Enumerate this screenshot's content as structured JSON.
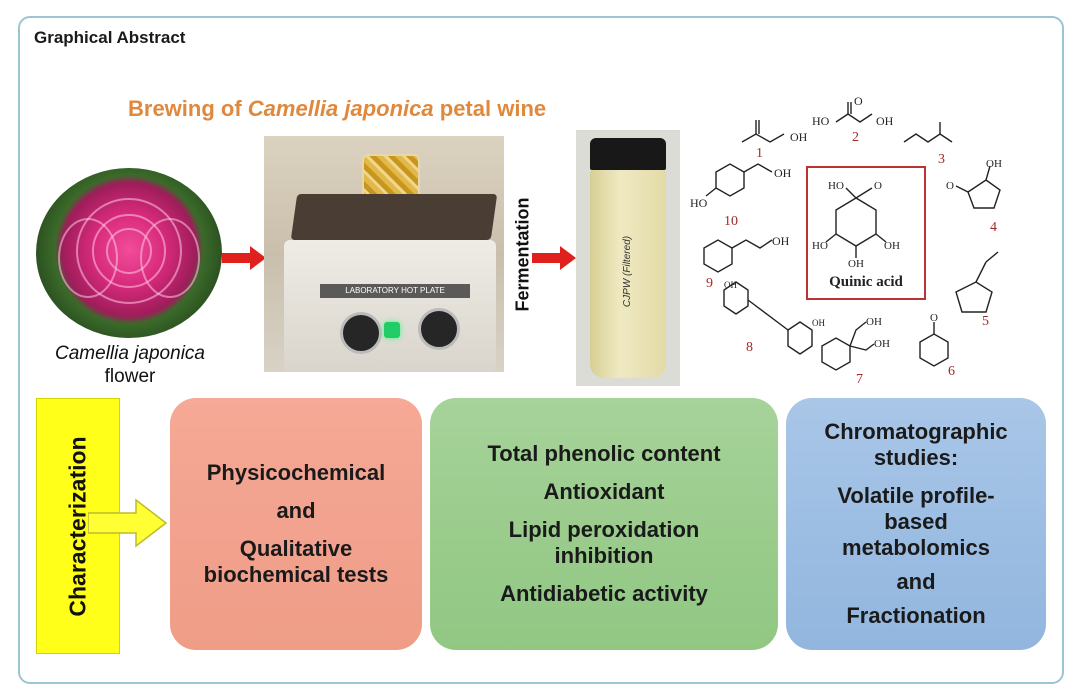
{
  "header": {
    "title": "Graphical Abstract"
  },
  "brewing": {
    "title_prefix": "Brewing of ",
    "title_species": "Camellia japonica",
    "title_suffix": " petal wine"
  },
  "flower": {
    "caption_species": "Camellia japonica",
    "caption_word": "flower"
  },
  "hotplate": {
    "label": "LABORATORY HOT PLATE"
  },
  "process": {
    "step_label": "Fermentation"
  },
  "bottle": {
    "handwritten_label": "CJPW (Filtered)"
  },
  "compounds": {
    "highlight_label": "Quinic acid",
    "numbers": [
      "1",
      "2",
      "3",
      "4",
      "5",
      "6",
      "7",
      "8",
      "9",
      "10"
    ],
    "groups": {
      "oh": "OH",
      "ho": "HO",
      "o": "O"
    }
  },
  "characterization": {
    "label": "Characterization"
  },
  "cards": {
    "orange": [
      "Physicochemical",
      "and",
      "Qualitative",
      "biochemical tests"
    ],
    "green": [
      "Total phenolic content",
      "Antioxidant",
      "Lipid peroxidation",
      "inhibition",
      "Antidiabetic activity"
    ],
    "blue": [
      "Chromatographic",
      "studies:",
      "Volatile profile-",
      "based",
      "metabolomics",
      "and",
      "Fractionation"
    ]
  },
  "colors": {
    "brew_title": "#e0883c",
    "frame_border": "#9cc4d2",
    "arrow_red": "#e0201c",
    "characterization_bg": "#ffff1a",
    "card_orange": "#f2a28f",
    "card_green": "#9bcc8d",
    "card_blue": "#9dbee3",
    "compound_number": "#a12a2a"
  }
}
